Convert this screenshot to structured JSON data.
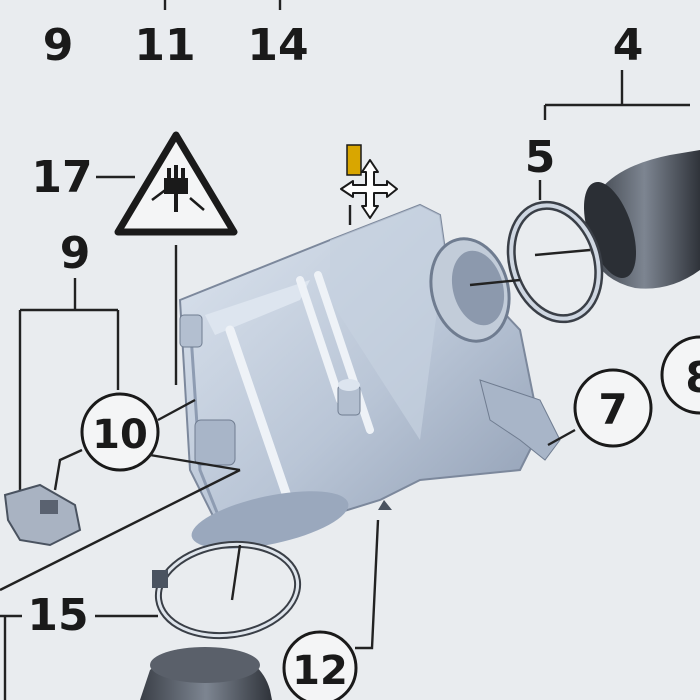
{
  "diagram": {
    "colors": {
      "background": "#e9ecef",
      "part_fill": "#b9c5d6",
      "part_shade": "#8e9cb2",
      "part_light": "#dde5ef",
      "line": "#222222",
      "cursor_fill": "#d9a600"
    },
    "top_labels": [
      "9",
      "11",
      "14"
    ],
    "callouts": {
      "c4": "4",
      "c5": "5",
      "c17": "17",
      "c9": "9",
      "c10": "10",
      "c7": "7",
      "c8": "8",
      "c15": "15",
      "c12": "12"
    },
    "icons": {
      "warning": "electrical-plug-warning-icon",
      "cursor": "move-cursor-icon"
    }
  }
}
